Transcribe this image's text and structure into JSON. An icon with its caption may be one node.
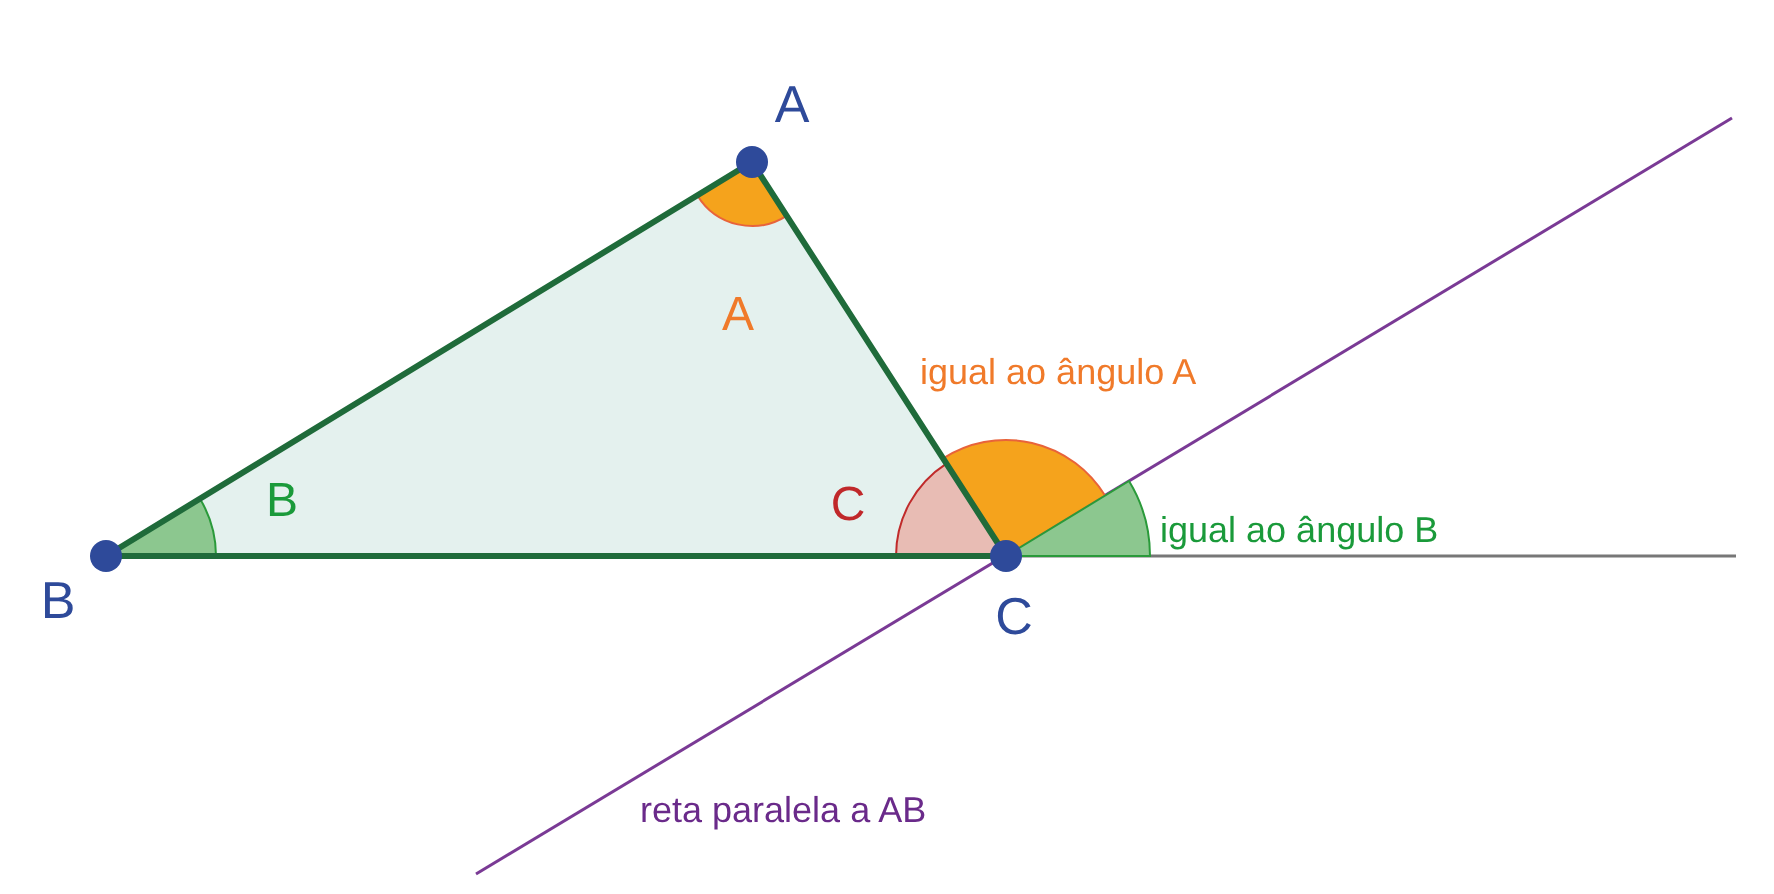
{
  "diagram": {
    "labels": [
      "A",
      "A",
      "igual ao ângulo A",
      "B",
      "C",
      "igual ao ângulo B",
      "B",
      "C",
      "reta paralela a AB"
    ]
  }
}
